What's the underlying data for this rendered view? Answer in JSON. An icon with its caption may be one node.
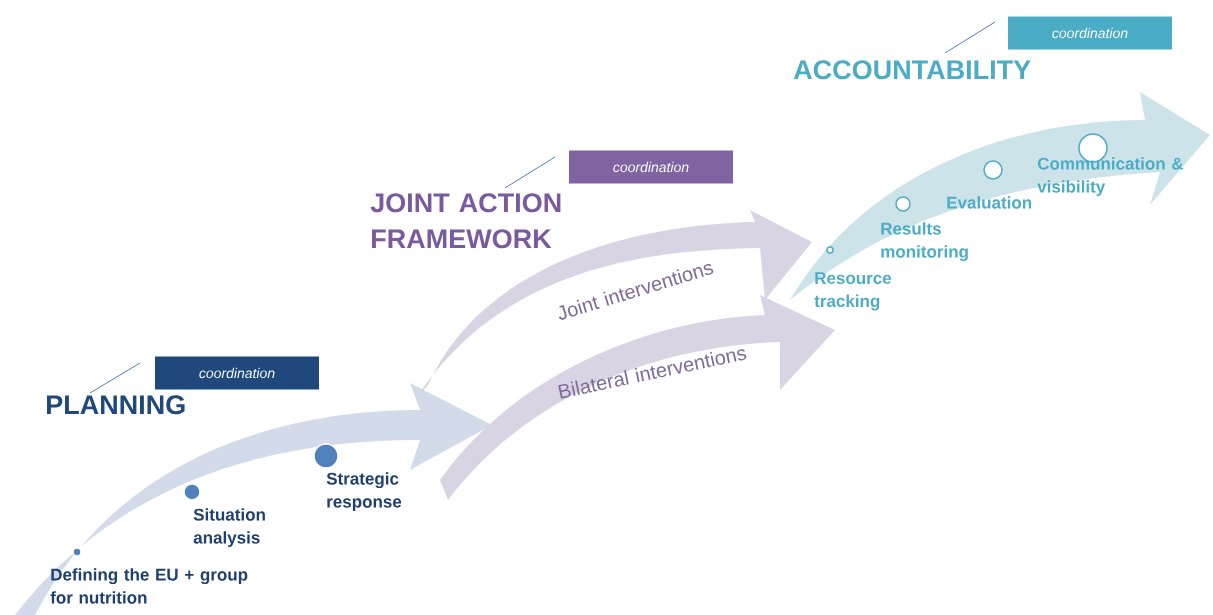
{
  "diagram": {
    "nodes": [
      {
        "text": [
          "coordination"
        ]
      },
      {
        "text": [
          "coordination"
        ]
      },
      {
        "text": [
          "coordination"
        ]
      },
      {
        "text": [],
        "shape": "circle",
        "beside": [
          "Defining the EU + group for nutrition"
        ]
      },
      {
        "text": [],
        "shape": "circle",
        "beside": [
          "Situation analysis"
        ]
      },
      {
        "text": [],
        "shape": "circle",
        "beside": [
          "Strategic response"
        ]
      },
      {
        "text": [],
        "shape": "circle",
        "beside": [
          "Resource tracking"
        ]
      },
      {
        "text": [],
        "shape": "circle",
        "beside": [
          "Results monitoring"
        ]
      },
      {
        "text": [],
        "shape": "circle",
        "beside": [
          "Evaluation"
        ]
      },
      {
        "text": [],
        "shape": "circle",
        "beside": [
          "Communication & visibility"
        ]
      }
    ],
    "edges": [],
    "labels": [
      "PLANNING",
      "JOINT ACTION FRAMEWORK",
      "Joint interventions",
      "Bilateral interventions",
      "ACCOUNTABILITY"
    ]
  }
}
